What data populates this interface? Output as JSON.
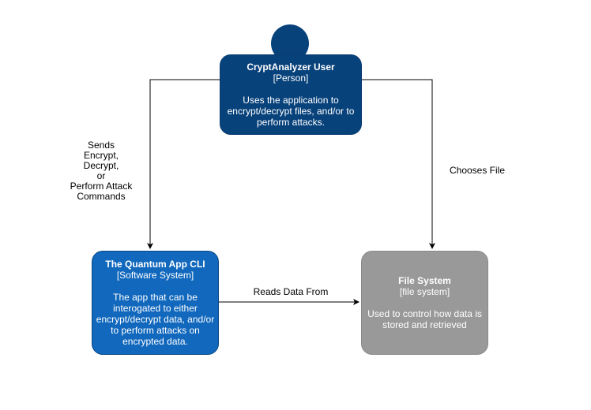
{
  "person": {
    "name": "CryptAnalyzer User",
    "type": "[Person]",
    "description_lines": [
      "Uses the application to",
      "encrypt/decrypt files, and/or to",
      "perform attacks."
    ]
  },
  "cli": {
    "name": "The Quantum App CLI",
    "type": "[Software System]",
    "description_lines": [
      "The app that can be",
      "interogated to either",
      "encrypt/decrypt data, and/or",
      "to perform attacks on",
      "encrypted data."
    ]
  },
  "file_system": {
    "name": "File System",
    "type": "[file system]",
    "description_lines": [
      "Used to control how data is",
      "stored and retrieved"
    ]
  },
  "edges": {
    "sends": [
      "Sends",
      "Encrypt,",
      "Decrypt,",
      "or",
      "Perform Attack",
      "Commands"
    ],
    "chooses": "Chooses File",
    "reads": "Reads Data From"
  },
  "colors": {
    "person": "#08427b",
    "software_system": "#1168bd",
    "external": "#999999",
    "edge": "#000000"
  }
}
